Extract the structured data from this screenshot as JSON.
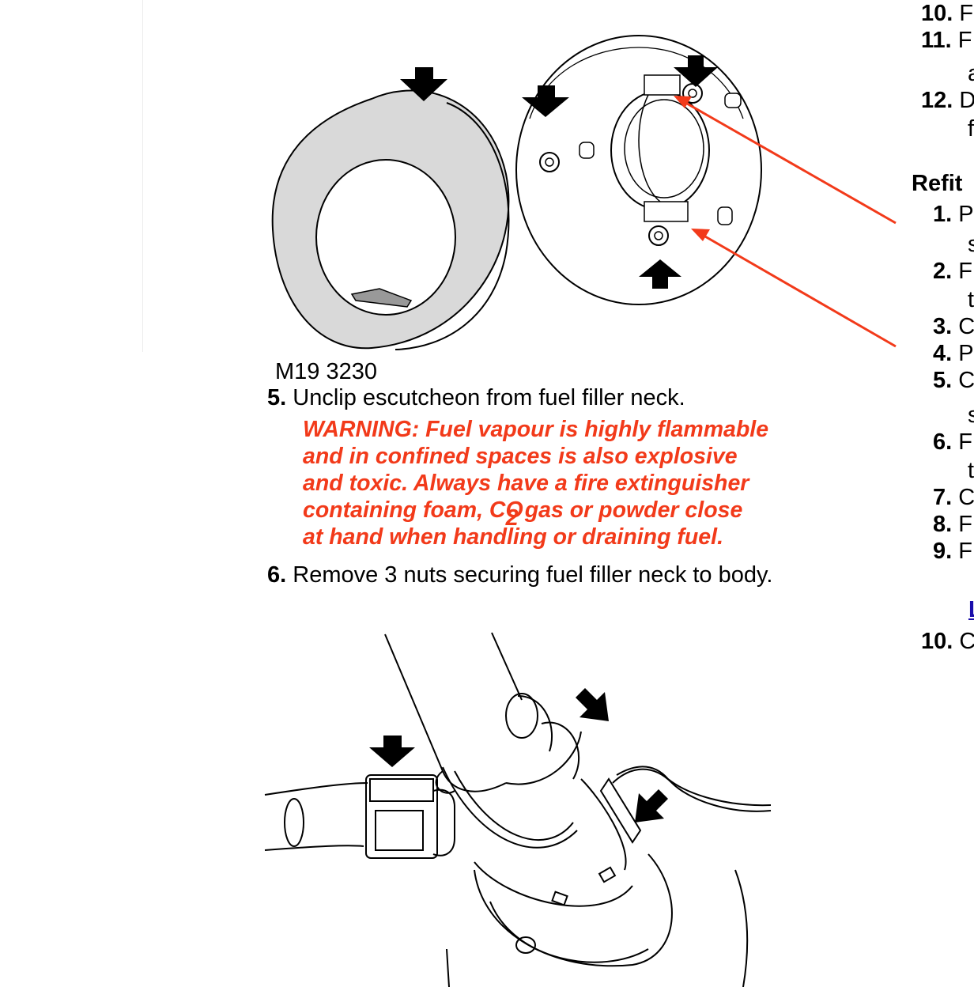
{
  "figure1": {
    "caption": "M19 3230"
  },
  "steps": [
    {
      "num": "5.",
      "text": "Unclip escutcheon from fuel filler neck."
    },
    {
      "num": "6.",
      "text": "Remove 3 nuts securing fuel filler neck to body."
    }
  ],
  "warning": {
    "line1": "WARNING: Fuel vapour is highly flammable",
    "line2": "and in confined spaces is also explosive",
    "line3": "and toxic. Always have a fire extinguisher",
    "line4a": "containing foam, CO",
    "line4sub": "2",
    "line4b": " gas or powder close",
    "line5": "at hand when handling or draining fuel."
  },
  "right_column": {
    "items_top": [
      {
        "num": "10.",
        "text": "F"
      },
      {
        "num": "11.",
        "text": "F"
      },
      {
        "num": "",
        "text": "a"
      },
      {
        "num": "12.",
        "text": "D"
      },
      {
        "num": "",
        "text": "f"
      }
    ],
    "heading": "Refit",
    "items": [
      {
        "num": "1.",
        "text": "P"
      },
      {
        "num": "",
        "text": "s"
      },
      {
        "num": "2.",
        "text": "F"
      },
      {
        "num": "",
        "text": "t"
      },
      {
        "num": "3.",
        "text": "C"
      },
      {
        "num": "4.",
        "text": "P"
      },
      {
        "num": "5.",
        "text": "C"
      },
      {
        "num": "",
        "text": "s"
      },
      {
        "num": "6.",
        "text": "F"
      },
      {
        "num": "",
        "text": "t"
      },
      {
        "num": "7.",
        "text": "C"
      },
      {
        "num": "8.",
        "text": "F"
      },
      {
        "num": "9.",
        "text": "F"
      },
      {
        "num": "",
        "text": "L"
      },
      {
        "num": "10.",
        "text": "C"
      }
    ]
  },
  "colors": {
    "warning": "#f23a1a",
    "annotation_arrow": "#f23a1a",
    "link": "#1a0dab"
  }
}
